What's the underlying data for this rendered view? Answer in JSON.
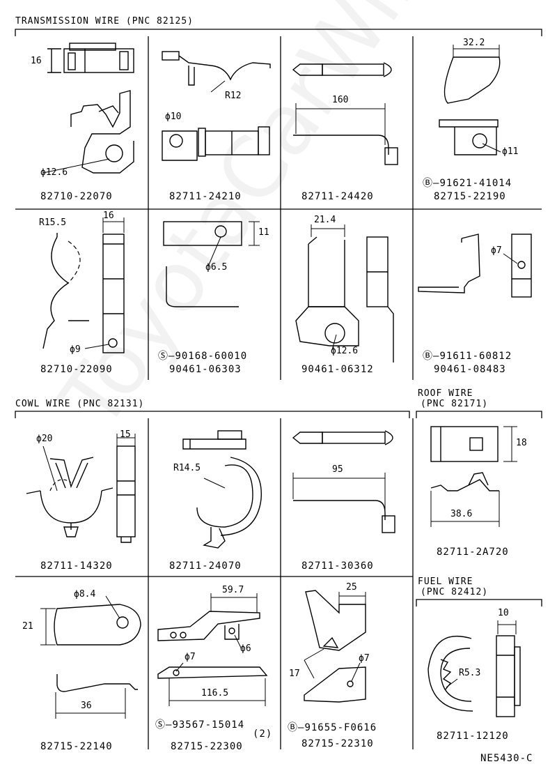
{
  "sections": {
    "transmission": "TRANSMISSION WIRE (PNC 82125)",
    "cowl": "COWL WIRE (PNC 82131)",
    "roof_1": "ROOF WIRE",
    "roof_2": "(PNC 82171)",
    "fuel_1": "FUEL WIRE",
    "fuel_2": "(PNC 82412)"
  },
  "watermark": "ToyotaCarWire.ru",
  "figure_code": "NE5430-C",
  "cells": [
    {
      "id": "c1",
      "parts": [
        "82710-22070"
      ],
      "dims": [
        "16",
        "ϕ12.6"
      ]
    },
    {
      "id": "c2",
      "parts": [
        "82711-24210"
      ],
      "dims": [
        "R12",
        "ϕ10"
      ]
    },
    {
      "id": "c3",
      "parts": [
        "82711-24420"
      ],
      "dims": [
        "160"
      ]
    },
    {
      "id": "c4",
      "parts": [
        "91621-41014",
        "82715-22190"
      ],
      "dims": [
        "32.2",
        "ϕ11"
      ]
    },
    {
      "id": "c5",
      "parts": [
        "82710-22090"
      ],
      "dims": [
        "R15.5",
        "16",
        "ϕ9"
      ]
    },
    {
      "id": "c6",
      "parts": [
        "90168-60010",
        "90461-06303"
      ],
      "dims": [
        "11",
        "ϕ6.5"
      ]
    },
    {
      "id": "c7",
      "parts": [
        "90461-06312"
      ],
      "dims": [
        "21.4",
        "ϕ12.6"
      ]
    },
    {
      "id": "c8",
      "parts": [
        "91611-60812",
        "90461-08483"
      ],
      "dims": [
        "ϕ7"
      ]
    },
    {
      "id": "c9",
      "parts": [
        "82711-14320"
      ],
      "dims": [
        "ϕ20",
        "15"
      ]
    },
    {
      "id": "c10",
      "parts": [
        "82711-24070"
      ],
      "dims": [
        "R14.5"
      ]
    },
    {
      "id": "c11",
      "parts": [
        "82711-30360"
      ],
      "dims": [
        "95"
      ]
    },
    {
      "id": "c12",
      "parts": [
        "82711-2A720"
      ],
      "dims": [
        "18",
        "38.6"
      ]
    },
    {
      "id": "c13",
      "parts": [
        "82715-22140"
      ],
      "dims": [
        "ϕ8.4",
        "21",
        "36"
      ]
    },
    {
      "id": "c14",
      "parts": [
        "93567-15014",
        "(2)",
        "82715-22300"
      ],
      "dims": [
        "59.7",
        "ϕ7",
        "ϕ6",
        "116.5"
      ]
    },
    {
      "id": "c15",
      "parts": [
        "91655-F0616",
        "82715-22310"
      ],
      "dims": [
        "25",
        "17",
        "ϕ7"
      ]
    },
    {
      "id": "c16",
      "parts": [
        "82711-12120"
      ],
      "dims": [
        "10",
        "R5.3"
      ]
    }
  ],
  "symbols": {
    "b": "B",
    "s": "S"
  }
}
